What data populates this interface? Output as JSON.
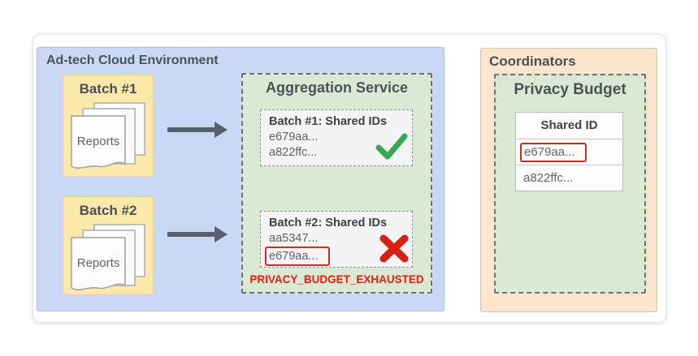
{
  "adtech": {
    "title": "Ad-tech Cloud Environment",
    "batches": [
      {
        "label": "Batch #1",
        "doc_label": "Reports"
      },
      {
        "label": "Batch #2",
        "doc_label": "Reports"
      }
    ],
    "aggregation": {
      "title": "Aggregation Service",
      "results": [
        {
          "title": "Batch #1: Shared IDs",
          "ids": [
            "e679aa...",
            "a822ffc..."
          ],
          "status_icon": "check-icon"
        },
        {
          "title": "Batch #2: Shared IDs",
          "ids": [
            "aa5347...",
            "e679aa..."
          ],
          "status_icon": "x-icon"
        }
      ],
      "error_label": "PRIVACY_BUDGET_EXHAUSTED"
    }
  },
  "coordinators": {
    "title": "Coordinators",
    "privacy_budget": {
      "title": "Privacy Budget",
      "table": {
        "header": "Shared ID",
        "rows": [
          "e679aa...",
          "a822ffc..."
        ]
      }
    }
  },
  "colors": {
    "environment_blue": "#c9d8f5",
    "batch_yellow": "#fce9a9",
    "service_green": "#d9e9d3",
    "coordinators_orange": "#fce5cd",
    "success_green": "#34a853",
    "error_red": "#da1e12",
    "highlight_red": "#cf2e23"
  }
}
